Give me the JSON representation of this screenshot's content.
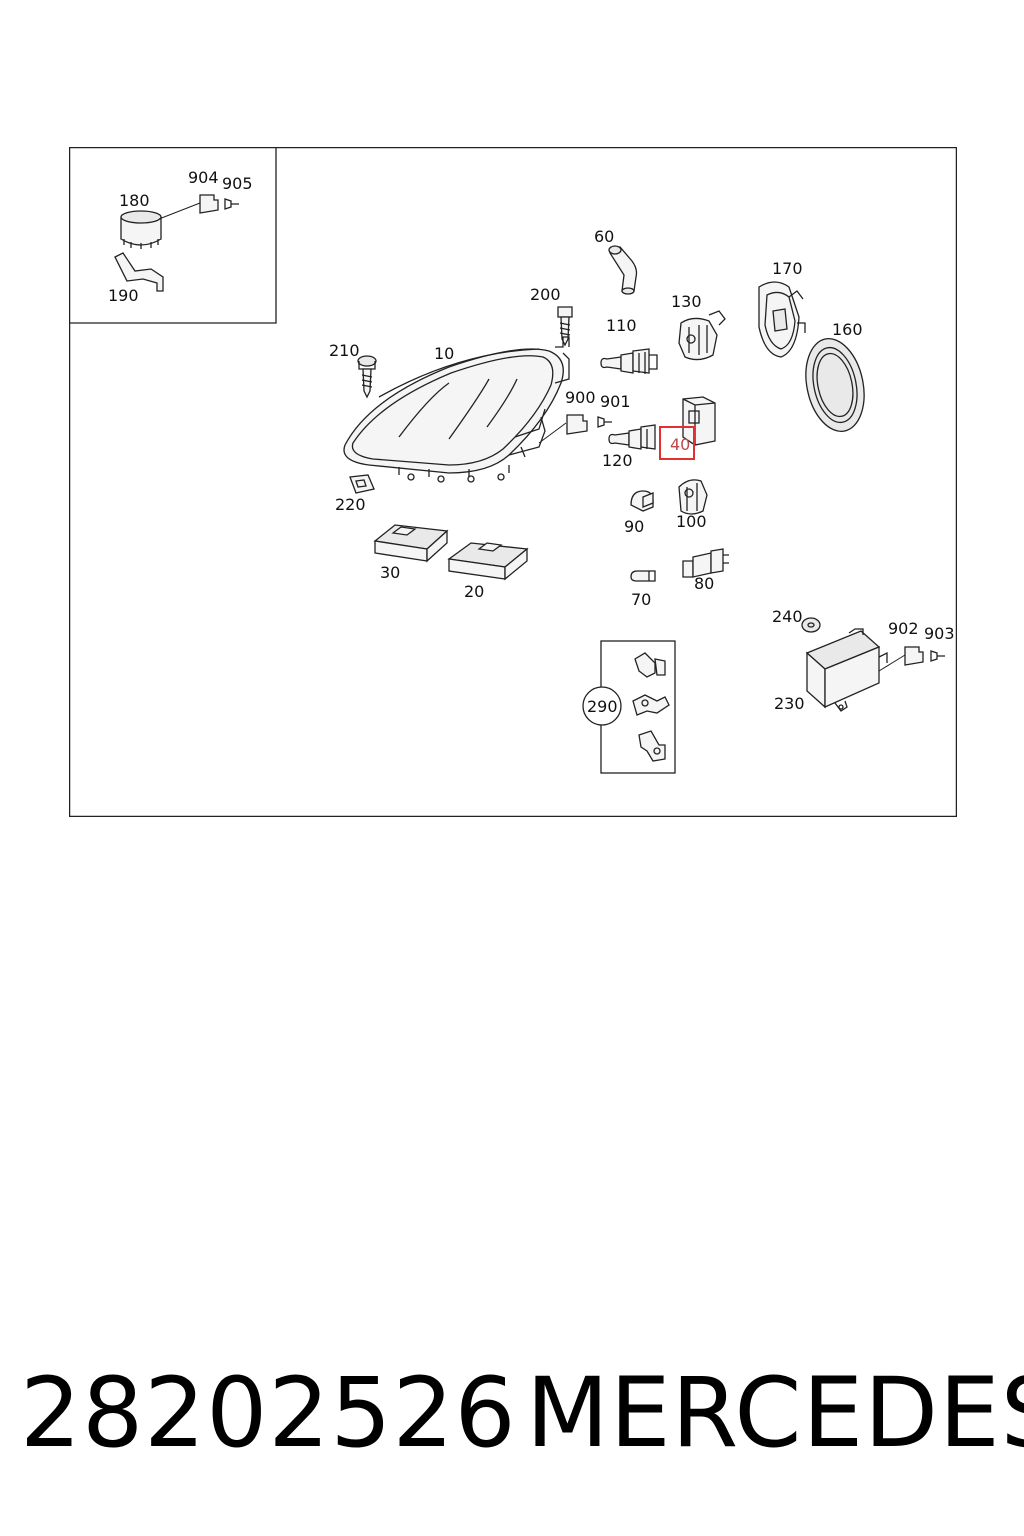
{
  "diagram": {
    "callouts": {
      "c180": "180",
      "c904": "904",
      "c905": "905",
      "c190": "190",
      "c60": "60",
      "c170": "170",
      "c200": "200",
      "c130": "130",
      "c110": "110",
      "c160": "160",
      "c210": "210",
      "c10": "10",
      "c900": "900",
      "c901": "901",
      "c120": "120",
      "c40": "40",
      "c220": "220",
      "c90": "90",
      "c100": "100",
      "c30": "30",
      "c20": "20",
      "c70": "70",
      "c80": "80",
      "c240": "240",
      "c902": "902",
      "c903": "903",
      "c230": "230",
      "c290": "290"
    },
    "highlight_color": "#e03030"
  },
  "footer": {
    "part_number": "28202526",
    "brand": "MERCEDES"
  }
}
